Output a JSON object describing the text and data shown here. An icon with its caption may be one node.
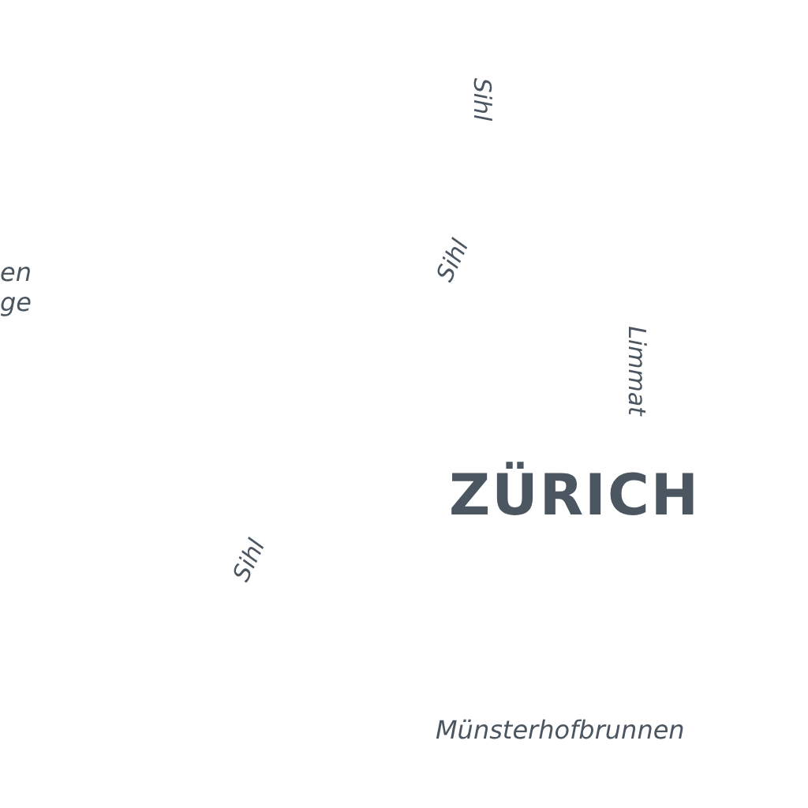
{
  "diagram": {
    "labels": [
      "Sihl",
      "en ge",
      "Sihl",
      "Limmat",
      "ZÜRICH",
      "Sihl",
      "Münsterhofbrunnen"
    ]
  }
}
